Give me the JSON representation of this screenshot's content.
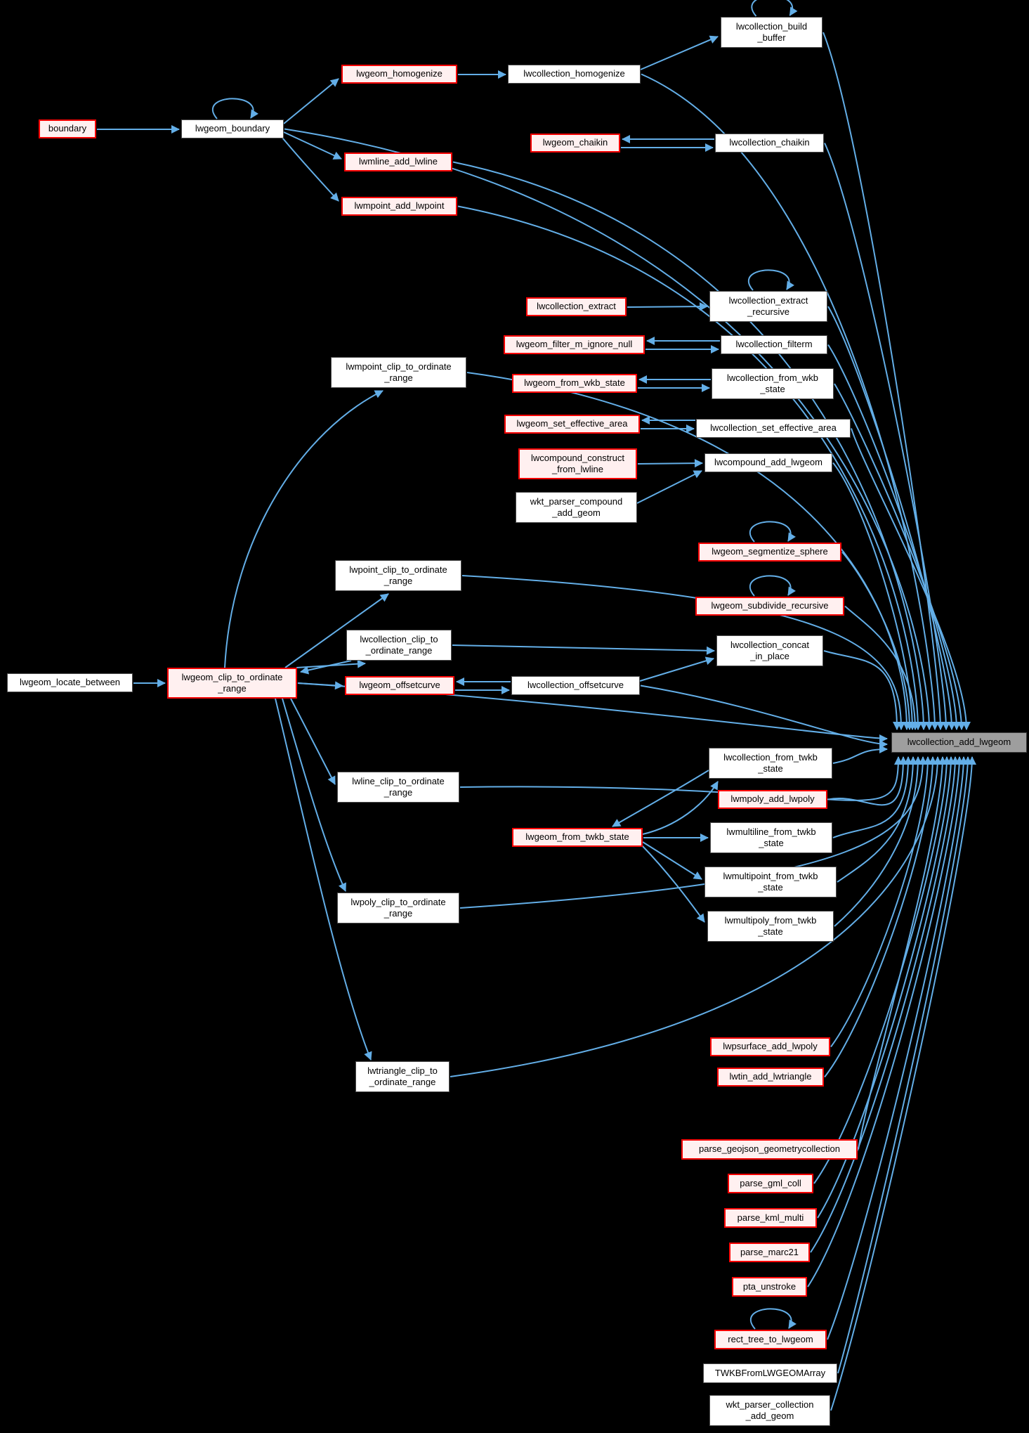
{
  "diagram": {
    "type": "doxygen-caller-graph",
    "focus_function": "lwcollection_add_lwgeom"
  },
  "colors": {
    "background": "#000000",
    "edge": "#63AEE7",
    "caller_border": "#FF0000",
    "caller_fill": "#FFF0F0",
    "plain_border": "#4D4D4D",
    "plain_fill": "#FFFFFF",
    "focus_fill": "#9E9E9E",
    "focus_border": "#3C3C3C",
    "text": "#000000"
  },
  "nodes": [
    {
      "id": "boundary",
      "label": "boundary",
      "style": "caller"
    },
    {
      "id": "lwgeom_boundary",
      "label": "lwgeom_boundary",
      "style": "plain",
      "self_loop": true
    },
    {
      "id": "lwgeom_homogenize",
      "label": "lwgeom_homogenize",
      "style": "caller"
    },
    {
      "id": "lwcollection_homogenize",
      "label": "lwcollection_homogenize",
      "style": "plain"
    },
    {
      "id": "lwcollection_build_buffer",
      "label": "lwcollection_build\n_buffer",
      "style": "plain",
      "self_loop": true
    },
    {
      "id": "lwgeom_chaikin",
      "label": "lwgeom_chaikin",
      "style": "caller"
    },
    {
      "id": "lwcollection_chaikin",
      "label": "lwcollection_chaikin",
      "style": "plain"
    },
    {
      "id": "lwmline_add_lwline",
      "label": "lwmline_add_lwline",
      "style": "caller"
    },
    {
      "id": "lwmpoint_add_lwpoint",
      "label": "lwmpoint_add_lwpoint",
      "style": "caller"
    },
    {
      "id": "lwmpoint_clip_to_ordinate_range",
      "label": "lwmpoint_clip_to_ordinate\n_range",
      "style": "plain"
    },
    {
      "id": "lwcollection_extract",
      "label": "lwcollection_extract",
      "style": "caller"
    },
    {
      "id": "lwcollection_extract_recursive",
      "label": "lwcollection_extract\n_recursive",
      "style": "plain",
      "self_loop": true
    },
    {
      "id": "lwgeom_filter_m_ignore_null",
      "label": "lwgeom_filter_m_ignore_null",
      "style": "caller"
    },
    {
      "id": "lwcollection_filterm",
      "label": "lwcollection_filterm",
      "style": "plain"
    },
    {
      "id": "lwgeom_from_wkb_state",
      "label": "lwgeom_from_wkb_state",
      "style": "caller"
    },
    {
      "id": "lwcollection_from_wkb_state",
      "label": "lwcollection_from_wkb\n_state",
      "style": "plain"
    },
    {
      "id": "lwgeom_set_effective_area",
      "label": "lwgeom_set_effective_area",
      "style": "caller"
    },
    {
      "id": "lwcollection_set_effective_area",
      "label": "lwcollection_set_effective_area",
      "style": "plain"
    },
    {
      "id": "lwcompound_construct_from_lwline",
      "label": "lwcompound_construct\n_from_lwline",
      "style": "caller"
    },
    {
      "id": "lwcompound_add_lwgeom",
      "label": "lwcompound_add_lwgeom",
      "style": "plain"
    },
    {
      "id": "wkt_parser_compound_add_geom",
      "label": "wkt_parser_compound\n_add_geom",
      "style": "plain"
    },
    {
      "id": "lwgeom_segmentize_sphere",
      "label": "lwgeom_segmentize_sphere",
      "style": "caller",
      "self_loop": true
    },
    {
      "id": "lwpoint_clip_to_ordinate_range",
      "label": "lwpoint_clip_to_ordinate\n_range",
      "style": "plain"
    },
    {
      "id": "lwgeom_subdivide_recursive",
      "label": "lwgeom_subdivide_recursive",
      "style": "caller",
      "self_loop": true
    },
    {
      "id": "lwcollection_clip_to_ordinate_range",
      "label": "lwcollection_clip_to\n_ordinate_range",
      "style": "plain"
    },
    {
      "id": "lwcollection_concat_in_place",
      "label": "lwcollection_concat\n_in_place",
      "style": "plain"
    },
    {
      "id": "lwgeom_locate_between",
      "label": "lwgeom_locate_between",
      "style": "plain"
    },
    {
      "id": "lwgeom_clip_to_ordinate_range",
      "label": "lwgeom_clip_to_ordinate\n_range",
      "style": "caller-focus"
    },
    {
      "id": "lwgeom_offsetcurve",
      "label": "lwgeom_offsetcurve",
      "style": "caller"
    },
    {
      "id": "lwcollection_offsetcurve",
      "label": "lwcollection_offsetcurve",
      "style": "plain"
    },
    {
      "id": "lwcollection_add_lwgeom",
      "label": "lwcollection_add_lwgeom",
      "style": "focus"
    },
    {
      "id": "lwcollection_from_twkb_state",
      "label": "lwcollection_from_twkb\n_state",
      "style": "plain"
    },
    {
      "id": "lwmpoly_add_lwpoly",
      "label": "lwmpoly_add_lwpoly",
      "style": "caller"
    },
    {
      "id": "lwmultiline_from_twkb_state",
      "label": "lwmultiline_from_twkb\n_state",
      "style": "plain"
    },
    {
      "id": "lwgeom_from_twkb_state",
      "label": "lwgeom_from_twkb_state",
      "style": "caller"
    },
    {
      "id": "lwmultipoint_from_twkb_state",
      "label": "lwmultipoint_from_twkb\n_state",
      "style": "plain"
    },
    {
      "id": "lwmultipoly_from_twkb_state",
      "label": "lwmultipoly_from_twkb\n_state",
      "style": "plain"
    },
    {
      "id": "lwline_clip_to_ordinate_range",
      "label": "lwline_clip_to_ordinate\n_range",
      "style": "plain"
    },
    {
      "id": "lwpoly_clip_to_ordinate_range",
      "label": "lwpoly_clip_to_ordinate\n_range",
      "style": "plain"
    },
    {
      "id": "lwtriangle_clip_to_ordinate_range",
      "label": "lwtriangle_clip_to\n_ordinate_range",
      "style": "plain"
    },
    {
      "id": "lwpsurface_add_lwpoly",
      "label": "lwpsurface_add_lwpoly",
      "style": "caller"
    },
    {
      "id": "lwtin_add_lwtriangle",
      "label": "lwtin_add_lwtriangle",
      "style": "caller"
    },
    {
      "id": "parse_geojson_geometrycollection",
      "label": "parse_geojson_geometrycollection",
      "style": "caller"
    },
    {
      "id": "parse_gml_coll",
      "label": "parse_gml_coll",
      "style": "caller"
    },
    {
      "id": "parse_kml_multi",
      "label": "parse_kml_multi",
      "style": "caller"
    },
    {
      "id": "parse_marc21",
      "label": "parse_marc21",
      "style": "caller"
    },
    {
      "id": "pta_unstroke",
      "label": "pta_unstroke",
      "style": "caller"
    },
    {
      "id": "rect_tree_to_lwgeom",
      "label": "rect_tree_to_lwgeom",
      "style": "caller",
      "self_loop": true
    },
    {
      "id": "TWKBFromLWGEOMArray",
      "label": "TWKBFromLWGEOMArray",
      "style": "plain"
    },
    {
      "id": "wkt_parser_collection_add_geom",
      "label": "wkt_parser_collection\n_add_geom",
      "style": "plain"
    }
  ],
  "edges": [
    {
      "from": "boundary",
      "to": "lwgeom_boundary"
    },
    {
      "from": "lwgeom_boundary",
      "to": "lwgeom_boundary"
    },
    {
      "from": "lwgeom_boundary",
      "to": "lwgeom_homogenize"
    },
    {
      "from": "lwgeom_boundary",
      "to": "lwmline_add_lwline"
    },
    {
      "from": "lwgeom_boundary",
      "to": "lwmpoint_add_lwpoint"
    },
    {
      "from": "lwgeom_boundary",
      "to": "lwcollection_add_lwgeom"
    },
    {
      "from": "lwgeom_homogenize",
      "to": "lwcollection_homogenize"
    },
    {
      "from": "lwcollection_homogenize",
      "to": "lwcollection_build_buffer"
    },
    {
      "from": "lwcollection_homogenize",
      "to": "lwcollection_add_lwgeom"
    },
    {
      "from": "lwcollection_build_buffer",
      "to": "lwcollection_build_buffer"
    },
    {
      "from": "lwcollection_build_buffer",
      "to": "lwcollection_add_lwgeom"
    },
    {
      "from": "lwmline_add_lwline",
      "to": "lwcollection_add_lwgeom"
    },
    {
      "from": "lwmpoint_add_lwpoint",
      "to": "lwcollection_add_lwgeom"
    },
    {
      "from": "lwcollection_chaikin",
      "to": "lwgeom_chaikin"
    },
    {
      "from": "lwgeom_chaikin",
      "to": "lwcollection_chaikin"
    },
    {
      "from": "lwcollection_chaikin",
      "to": "lwcollection_add_lwgeom"
    },
    {
      "from": "lwcollection_extract",
      "to": "lwcollection_extract_recursive"
    },
    {
      "from": "lwcollection_extract_recursive",
      "to": "lwcollection_extract_recursive"
    },
    {
      "from": "lwcollection_extract_recursive",
      "to": "lwcollection_add_lwgeom"
    },
    {
      "from": "lwcollection_filterm",
      "to": "lwgeom_filter_m_ignore_null"
    },
    {
      "from": "lwgeom_filter_m_ignore_null",
      "to": "lwcollection_filterm"
    },
    {
      "from": "lwcollection_filterm",
      "to": "lwcollection_add_lwgeom"
    },
    {
      "from": "lwcollection_from_wkb_state",
      "to": "lwgeom_from_wkb_state"
    },
    {
      "from": "lwgeom_from_wkb_state",
      "to": "lwcollection_from_wkb_state"
    },
    {
      "from": "lwcollection_from_wkb_state",
      "to": "lwcollection_add_lwgeom"
    },
    {
      "from": "lwcollection_set_effective_area",
      "to": "lwgeom_set_effective_area"
    },
    {
      "from": "lwgeom_set_effective_area",
      "to": "lwcollection_set_effective_area"
    },
    {
      "from": "lwcollection_set_effective_area",
      "to": "lwcollection_add_lwgeom"
    },
    {
      "from": "lwcompound_construct_from_lwline",
      "to": "lwcompound_add_lwgeom"
    },
    {
      "from": "wkt_parser_compound_add_geom",
      "to": "lwcompound_add_lwgeom"
    },
    {
      "from": "lwcompound_add_lwgeom",
      "to": "lwcollection_add_lwgeom"
    },
    {
      "from": "lwgeom_segmentize_sphere",
      "to": "lwgeom_segmentize_sphere"
    },
    {
      "from": "lwgeom_segmentize_sphere",
      "to": "lwcollection_add_lwgeom"
    },
    {
      "from": "lwgeom_subdivide_recursive",
      "to": "lwgeom_subdivide_recursive"
    },
    {
      "from": "lwgeom_subdivide_recursive",
      "to": "lwcollection_add_lwgeom"
    },
    {
      "from": "lwgeom_locate_between",
      "to": "lwgeom_clip_to_ordinate_range"
    },
    {
      "from": "lwgeom_clip_to_ordinate_range",
      "to": "lwmpoint_clip_to_ordinate_range"
    },
    {
      "from": "lwgeom_clip_to_ordinate_range",
      "to": "lwpoint_clip_to_ordinate_range"
    },
    {
      "from": "lwgeom_clip_to_ordinate_range",
      "to": "lwcollection_clip_to_ordinate_range"
    },
    {
      "from": "lwcollection_clip_to_ordinate_range",
      "to": "lwgeom_clip_to_ordinate_range"
    },
    {
      "from": "lwgeom_clip_to_ordinate_range",
      "to": "lwgeom_offsetcurve"
    },
    {
      "from": "lwgeom_clip_to_ordinate_range",
      "to": "lwline_clip_to_ordinate_range"
    },
    {
      "from": "lwgeom_clip_to_ordinate_range",
      "to": "lwpoly_clip_to_ordinate_range"
    },
    {
      "from": "lwgeom_clip_to_ordinate_range",
      "to": "lwtriangle_clip_to_ordinate_range"
    },
    {
      "from": "lwgeom_clip_to_ordinate_range",
      "to": "lwcollection_add_lwgeom"
    },
    {
      "from": "lwmpoint_clip_to_ordinate_range",
      "to": "lwcollection_add_lwgeom"
    },
    {
      "from": "lwpoint_clip_to_ordinate_range",
      "to": "lwcollection_add_lwgeom"
    },
    {
      "from": "lwcollection_clip_to_ordinate_range",
      "to": "lwcollection_concat_in_place"
    },
    {
      "from": "lwcollection_offsetcurve",
      "to": "lwcollection_concat_in_place"
    },
    {
      "from": "lwcollection_concat_in_place",
      "to": "lwcollection_add_lwgeom"
    },
    {
      "from": "lwcollection_offsetcurve",
      "to": "lwgeom_offsetcurve"
    },
    {
      "from": "lwgeom_offsetcurve",
      "to": "lwcollection_offsetcurve"
    },
    {
      "from": "lwcollection_offsetcurve",
      "to": "lwcollection_add_lwgeom"
    },
    {
      "from": "lwline_clip_to_ordinate_range",
      "to": "lwcollection_add_lwgeom"
    },
    {
      "from": "lwpoly_clip_to_ordinate_range",
      "to": "lwcollection_add_lwgeom"
    },
    {
      "from": "lwtriangle_clip_to_ordinate_range",
      "to": "lwcollection_add_lwgeom"
    },
    {
      "from": "lwcollection_from_twkb_state",
      "to": "lwgeom_from_twkb_state"
    },
    {
      "from": "lwgeom_from_twkb_state",
      "to": "lwcollection_from_twkb_state"
    },
    {
      "from": "lwcollection_from_twkb_state",
      "to": "lwcollection_add_lwgeom"
    },
    {
      "from": "lwmpoly_add_lwpoly",
      "to": "lwcollection_add_lwgeom"
    },
    {
      "from": "lwgeom_from_twkb_state",
      "to": "lwmultiline_from_twkb_state"
    },
    {
      "from": "lwgeom_from_twkb_state",
      "to": "lwmultipoint_from_twkb_state"
    },
    {
      "from": "lwgeom_from_twkb_state",
      "to": "lwmultipoly_from_twkb_state"
    },
    {
      "from": "lwmultiline_from_twkb_state",
      "to": "lwcollection_add_lwgeom"
    },
    {
      "from": "lwmultipoint_from_twkb_state",
      "to": "lwcollection_add_lwgeom"
    },
    {
      "from": "lwmultipoly_from_twkb_state",
      "to": "lwcollection_add_lwgeom"
    },
    {
      "from": "lwpsurface_add_lwpoly",
      "to": "lwcollection_add_lwgeom"
    },
    {
      "from": "lwtin_add_lwtriangle",
      "to": "lwcollection_add_lwgeom"
    },
    {
      "from": "parse_geojson_geometrycollection",
      "to": "lwcollection_add_lwgeom"
    },
    {
      "from": "parse_gml_coll",
      "to": "lwcollection_add_lwgeom"
    },
    {
      "from": "parse_kml_multi",
      "to": "lwcollection_add_lwgeom"
    },
    {
      "from": "parse_marc21",
      "to": "lwcollection_add_lwgeom"
    },
    {
      "from": "pta_unstroke",
      "to": "lwcollection_add_lwgeom"
    },
    {
      "from": "rect_tree_to_lwgeom",
      "to": "rect_tree_to_lwgeom"
    },
    {
      "from": "rect_tree_to_lwgeom",
      "to": "lwcollection_add_lwgeom"
    },
    {
      "from": "TWKBFromLWGEOMArray",
      "to": "lwcollection_add_lwgeom"
    },
    {
      "from": "wkt_parser_collection_add_geom",
      "to": "lwcollection_add_lwgeom"
    }
  ]
}
